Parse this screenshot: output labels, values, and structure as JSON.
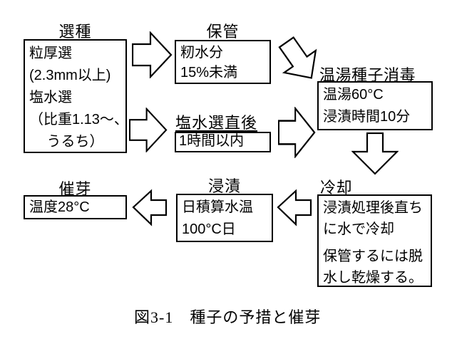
{
  "page": {
    "background_color": "#ffffff",
    "line_color": "#000000"
  },
  "diagram": {
    "caption": "図3-1　種子の予措と催芽",
    "nodes": {
      "senshu": {
        "title": "選種",
        "lines": [
          "粒厚選",
          "(2.3mm以上)",
          "塩水選",
          "（比重1.13～、",
          "うるち）"
        ]
      },
      "hokan": {
        "title": "保管",
        "lines": [
          "籾水分",
          "15%未満"
        ]
      },
      "ensuisen_chokugo": {
        "title": "塩水選直後",
        "lines": [
          "1時間以内"
        ]
      },
      "onto_shodoku": {
        "title": "温湯種子消毒",
        "lines": [
          "温湯60°C",
          "浸漬時間10分"
        ]
      },
      "reikyaku": {
        "title": "冷却",
        "lines": [
          "浸漬処理後直ち",
          "に水で冷却",
          "保管するには脱",
          "水し乾燥する。"
        ]
      },
      "shinseki": {
        "title": "浸漬",
        "lines": [
          "日積算水温",
          "100°C日"
        ]
      },
      "saiga": {
        "title": "催芽",
        "lines": [
          "温度28°C"
        ]
      }
    },
    "icons": {
      "arrow_right": "block-arrow-right",
      "arrow_left": "block-arrow-left",
      "arrow_down": "block-arrow-down",
      "arrow_down_right": "block-arrow-down-right"
    }
  }
}
